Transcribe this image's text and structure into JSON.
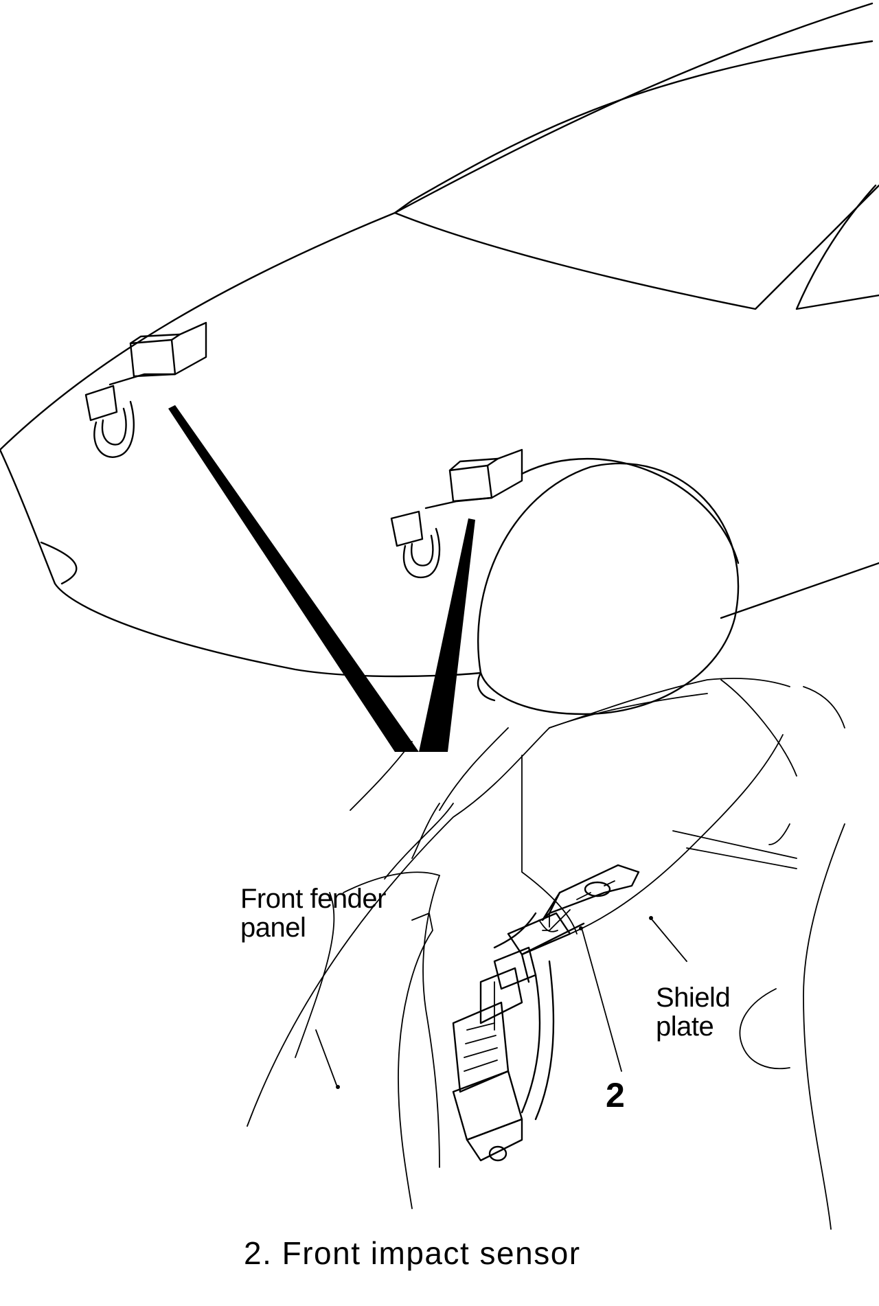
{
  "labels": {
    "front_fender_panel": [
      "Front fender",
      "panel"
    ],
    "shield_plate": [
      "Shield",
      "plate"
    ],
    "callout_2": "2"
  },
  "caption": "2. Front impact sensor"
}
